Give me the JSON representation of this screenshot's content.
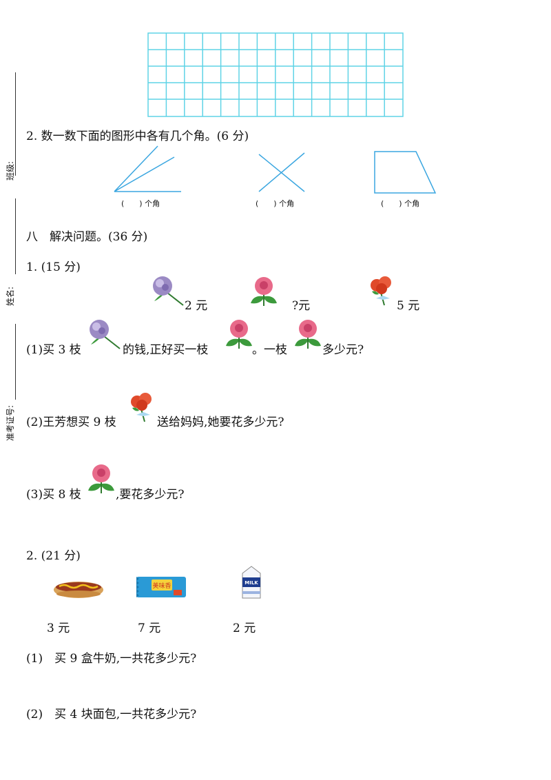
{
  "sidebar": {
    "class_label": "班级:",
    "name_label": "姓名:",
    "exam_id_label": "准考证号:"
  },
  "section7": {
    "q2_title": "2. 数一数下面的图形中各有几个角。(6 分)",
    "angle_labels": [
      "(　　) 个角",
      "(　　) 个角",
      "(　　) 个角"
    ]
  },
  "section8": {
    "title": "八　解决问题。(36 分)",
    "q1": {
      "title": "1. (15 分)",
      "prices": [
        "2 元",
        "?元",
        "5 元"
      ],
      "sub1_a": "(1)买 3 枝",
      "sub1_b": "的钱,正好买一枝",
      "sub1_c": "。一枝",
      "sub1_d": "多少元?",
      "sub2_a": "(2)王芳想买 9 枝",
      "sub2_b": "送给妈妈,她要花多少元?",
      "sub3_a": "(3)买 8 枝",
      "sub3_b": ",要花多少元?"
    },
    "q2": {
      "title": "2. (21 分)",
      "prices": [
        "3 元",
        "7 元",
        "2 元"
      ],
      "sub1": "(1)　买 9 盒牛奶,一共花多少元?",
      "sub2": "(2)　买 4 块面包,一共花多少元?",
      "biscuit_brand": "美味香",
      "milk_label": "MILK"
    }
  },
  "colors": {
    "grid": "#5fd3e6",
    "line": "#3aa6e0",
    "flower_purple": "#9b8ac4",
    "flower_pink": "#e86a8a",
    "flower_red": "#e04a2a",
    "leaf": "#3c9a3c"
  }
}
